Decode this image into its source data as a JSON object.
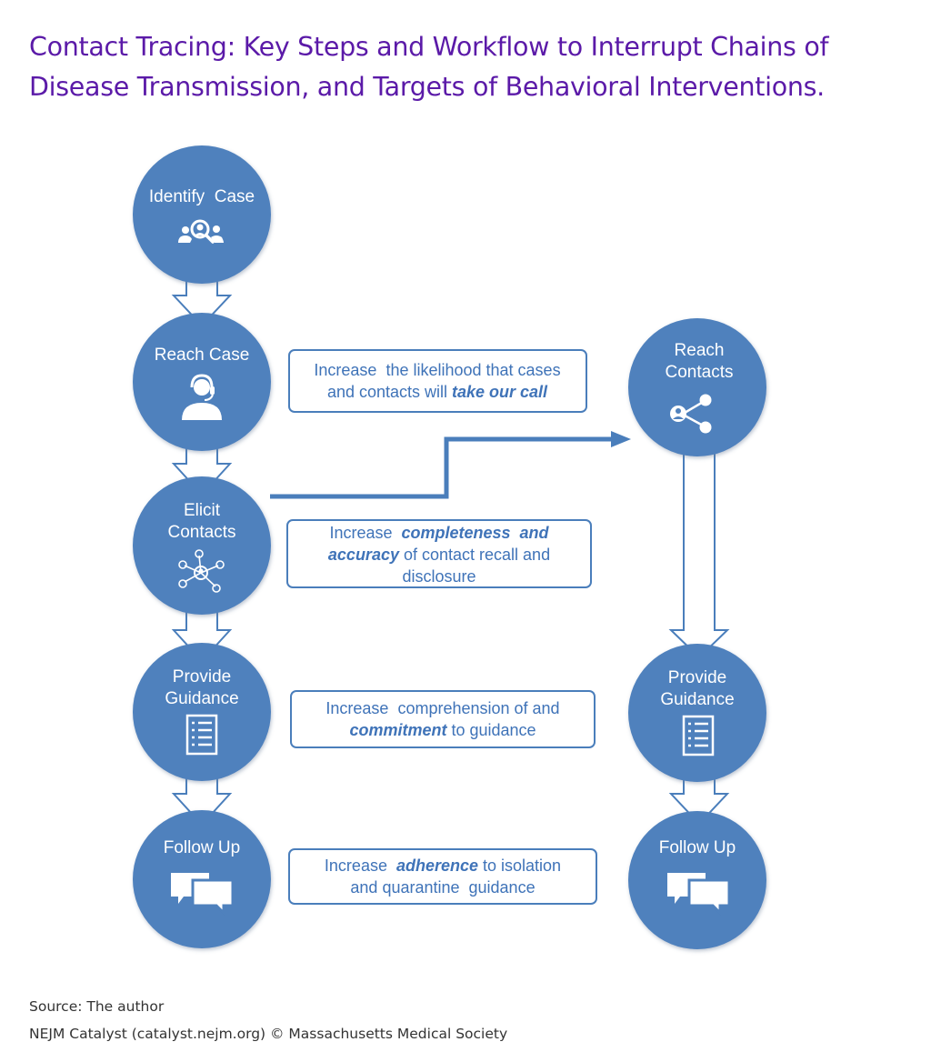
{
  "title": {
    "line1": "Contact Tracing: Key Steps and Workflow to Interrupt Chains of",
    "line2": "Disease Transmission, and Targets of Behavioral Interventions."
  },
  "colors": {
    "title": "#5b1aa8",
    "node_fill": "#4f81bd",
    "arrow_fill": "#ffffff",
    "arrow_stroke": "#4a7ebb",
    "callout_text": "#3f73b8"
  },
  "nodes": {
    "identify_case": {
      "label": "Identify  Case",
      "icon": "magnifier-people-icon"
    },
    "reach_case": {
      "label": "Reach Case",
      "icon": "headset-person-icon"
    },
    "elicit_contacts": {
      "label_1": "Elicit",
      "label_2": "Contacts",
      "icon": "network-people-icon"
    },
    "provide_guidance_left": {
      "label_1": "Provide",
      "label_2": "Guidance",
      "icon": "checklist-icon"
    },
    "follow_up_left": {
      "label": "Follow Up",
      "icon": "chat-bubbles-icon"
    },
    "reach_contacts": {
      "label_1": "Reach",
      "label_2": "Contacts",
      "icon": "share-person-icon"
    },
    "provide_guidance_right": {
      "label_1": "Provide",
      "label_2": "Guidance",
      "icon": "checklist-icon"
    },
    "follow_up_right": {
      "label": "Follow Up",
      "icon": "chat-bubbles-icon"
    }
  },
  "callouts": {
    "take_call": {
      "line1": "Increase  the likelihood that cases",
      "line2_pre": "and contacts will ",
      "line2_em": "take our call"
    },
    "completeness": {
      "line1_pre": "Increase  ",
      "line1_em": "completeness  and",
      "line2_em": "accuracy",
      "line2_post": " of contact recall and",
      "line3": "disclosure"
    },
    "commitment": {
      "line1": "Increase  comprehension of and",
      "line2_em": "commitment",
      "line2_post": " to guidance"
    },
    "adherence": {
      "line1_pre": "Increase  ",
      "line1_em": "adherence",
      "line1_post": " to isolation",
      "line2": "and quarantine  guidance"
    }
  },
  "footer": {
    "source": "Source: The author",
    "credit": "NEJM Catalyst (catalyst.nejm.org) © Massachusetts Medical Society"
  }
}
